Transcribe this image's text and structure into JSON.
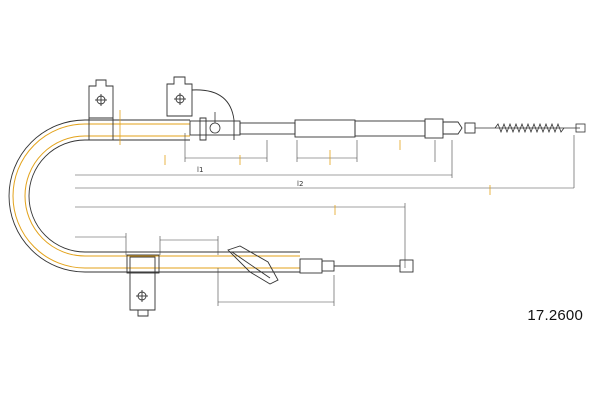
{
  "drawing": {
    "part_number": "17.2600",
    "dimension_labels": {
      "length_l1": "l1",
      "length_l2": "l2"
    },
    "colors": {
      "outline": "#333333",
      "cable_sheath": "#e3a21a",
      "dimension": "#444444",
      "background": "#ffffff"
    }
  }
}
